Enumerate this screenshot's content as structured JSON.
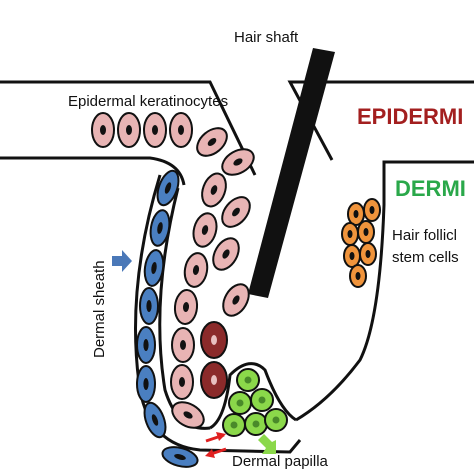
{
  "labels": {
    "hair_shaft": "Hair shaft",
    "epidermal_keratinocytes": "Epidermal keratinocytes",
    "epidermis": "EPIDERMI",
    "dermis": "DERMI",
    "hair_follicle_stem_cells_line1": "Hair follicl",
    "hair_follicle_stem_cells_line2": "stem cells",
    "dermal_sheath": "Dermal sheath",
    "dermal_papilla": "Dermal papilla"
  },
  "colors": {
    "keratinocyte_fill": "#e8b4b4",
    "dark_keratinocyte_fill": "#8b2a2a",
    "sheath_cell_fill": "#4a7fc1",
    "papilla_cell_fill": "#8bd84a",
    "stem_cell_fill": "#f0943c",
    "epidermis_text": "#a31f1f",
    "dermis_text": "#2aa84a",
    "sheath_arrow": "#4a78b8",
    "papilla_arrow": "#8bd84a",
    "exchange_arrow": "#e02020",
    "outline": "#111111"
  }
}
